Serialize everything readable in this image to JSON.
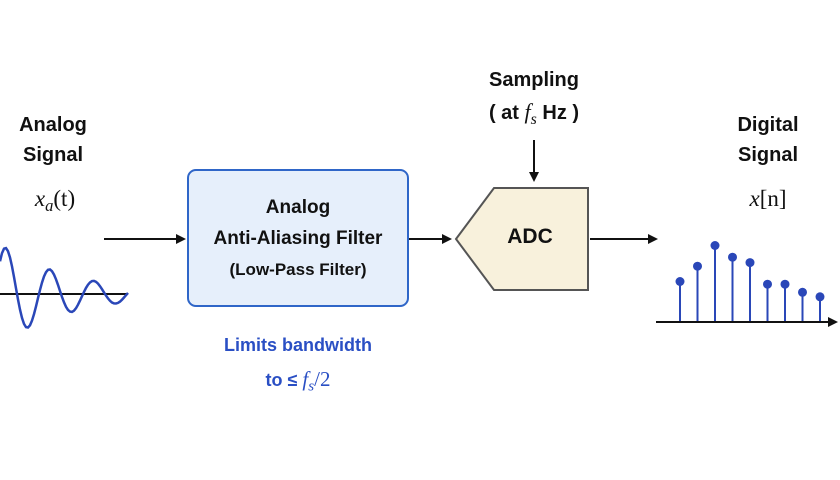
{
  "input": {
    "title_line1": "Analog",
    "title_line2": "Signal",
    "symbol_var": "x",
    "symbol_sub": "a",
    "symbol_arg": "(t)"
  },
  "filter": {
    "line1": "Analog",
    "line2": "Anti-Aliasing Filter",
    "line3": "(Low-Pass Filter)"
  },
  "note": {
    "line1": "Limits bandwidth",
    "line2_prefix": "to ≤",
    "line2_var": "f",
    "line2_sub": "s",
    "line2_suffix": "/2"
  },
  "sampling": {
    "title": "Sampling",
    "rate_prefix": "( at",
    "rate_var": "f",
    "rate_sub": "s",
    "rate_suffix": "Hz )"
  },
  "adc": {
    "label": "ADC"
  },
  "output": {
    "title_line1": "Digital",
    "title_line2": "Signal",
    "symbol_var": "x",
    "symbol_arg": "[n]",
    "samples": [
      0.45,
      0.62,
      0.85,
      0.72,
      0.66,
      0.42,
      0.42,
      0.33,
      0.28
    ]
  },
  "colors": {
    "filter_fill": "#e6effb",
    "filter_stroke": "#2f66c8",
    "adc_fill": "#f8f1dc",
    "adc_stroke": "#555555",
    "signal_blue": "#2a47b8",
    "arrow": "#111111"
  }
}
